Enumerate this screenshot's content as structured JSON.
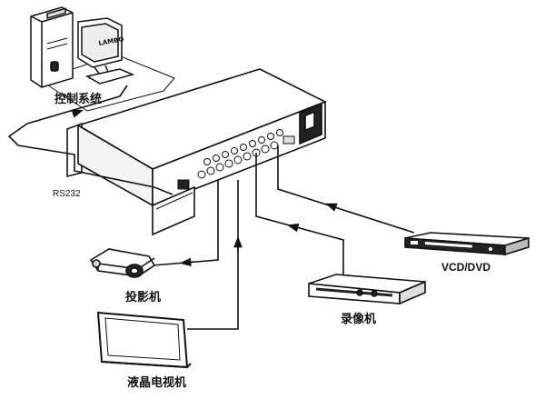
{
  "labels": {
    "control_system": "控制系统",
    "rs232": "RS232",
    "projector": "投影机",
    "vcd_dvd": "VCD/DVD",
    "vcr": "录像机",
    "lcd_tv": "液晶电视机",
    "monitor_screen_text": "LAMBO"
  },
  "colors": {
    "line": "#111111",
    "fill_light": "#ffffff",
    "fill_grey": "#d9d9d9",
    "fill_dark": "#222222"
  }
}
